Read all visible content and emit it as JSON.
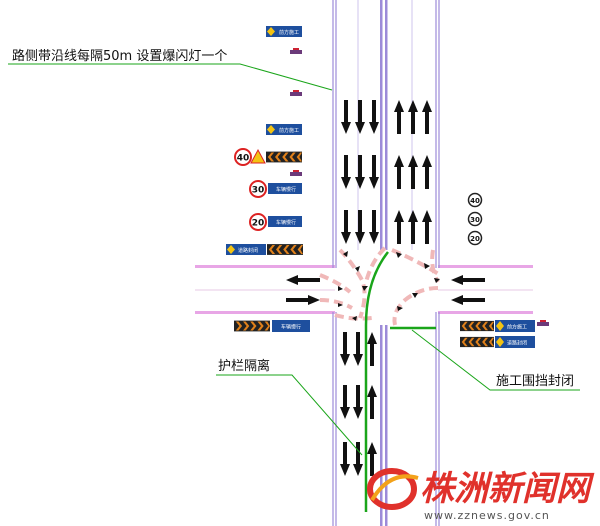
{
  "annotations": {
    "flash_lights": "路侧带沿线每隔50m 设置爆闪灯一个",
    "guardrail": "护栏隔离",
    "construction_fence": "施工围挡封闭"
  },
  "signs": {
    "ahead_construction": "前方施工",
    "slow_down": "车辆慢行",
    "road_closed": "道路封闭",
    "speed_40": "40",
    "speed_30": "30",
    "speed_20": "20"
  },
  "watermark": {
    "brand": "株洲新闻网",
    "url": "www.zznews.gov.cn"
  },
  "colors": {
    "road_edge": "#9c8bd8",
    "cross_road": "#e8a6e6",
    "guardrail": "#1aa51a",
    "cone_line": "#f0b8b8",
    "sign_blue": "#1e4f9e",
    "chevron": "#e0801a",
    "watermark": "#e0312b"
  }
}
